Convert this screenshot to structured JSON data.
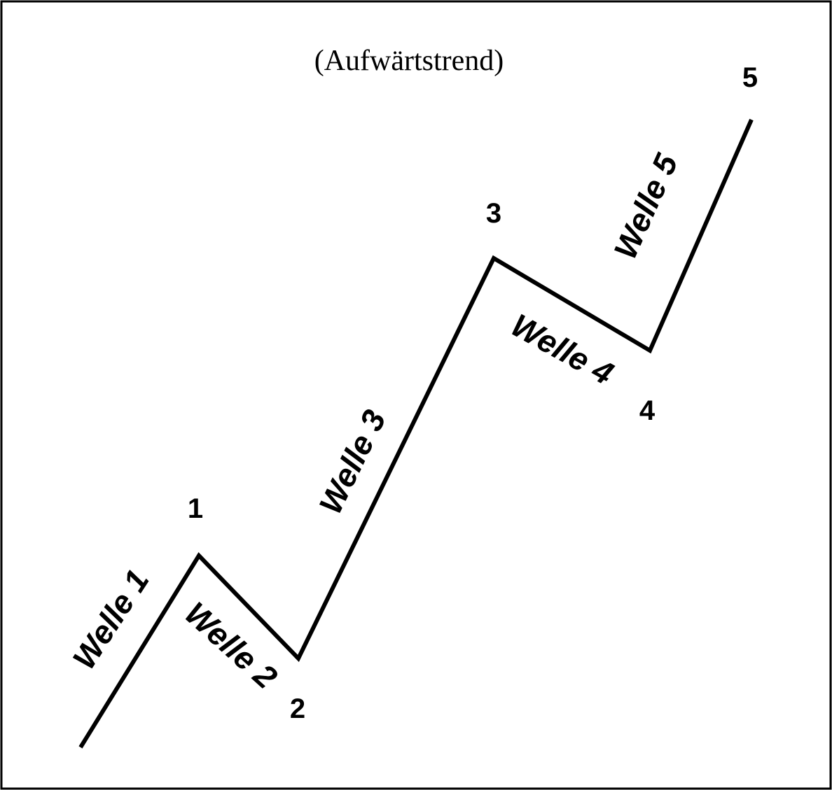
{
  "title": "(Aufwärtstrend)",
  "points": [
    {
      "label": "1"
    },
    {
      "label": "2"
    },
    {
      "label": "3"
    },
    {
      "label": "4"
    },
    {
      "label": "5"
    }
  ],
  "waves": [
    {
      "label": "Welle 1"
    },
    {
      "label": "Welle 2"
    },
    {
      "label": "Welle 3"
    },
    {
      "label": "Welle 4"
    },
    {
      "label": "Welle 5"
    }
  ],
  "colors": {
    "line": "#000000",
    "background": "#ffffff"
  }
}
